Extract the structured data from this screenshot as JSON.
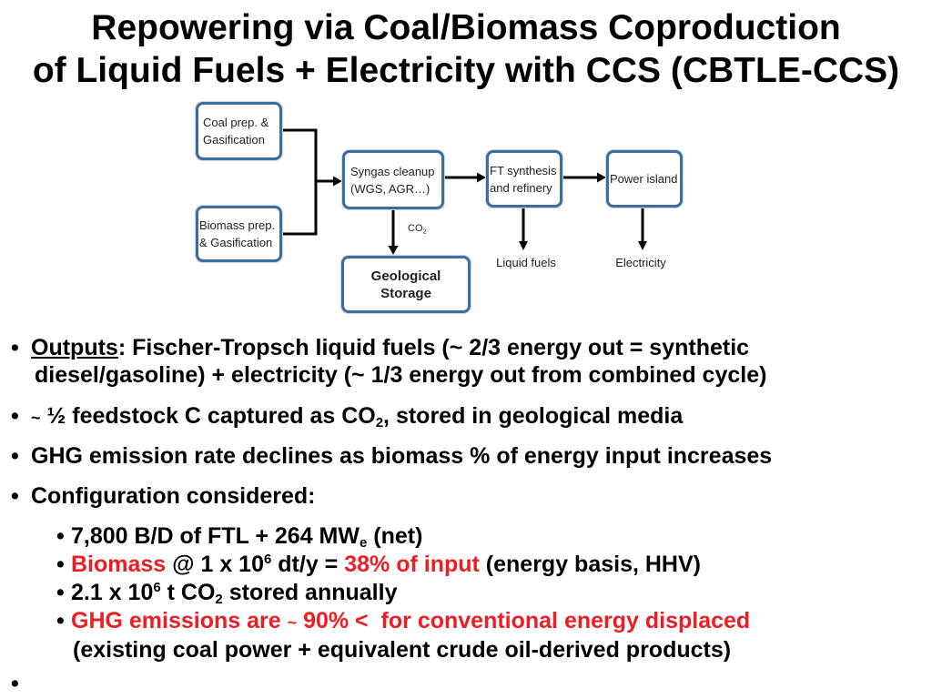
{
  "bullet_glyph": "•",
  "title": {
    "line1": "Repowering via Coal/Biomass Coproduction",
    "line2": "of Liquid Fuels + Electricity with CCS (CBTLE-CCS)"
  },
  "diagram": {
    "coal_box": {
      "line1": "Coal prep. &",
      "line2": "Gasification"
    },
    "biomass_box": {
      "line1": "Biomass prep.",
      "line2": "& Gasification"
    },
    "syngas_box": {
      "line1": "Syngas cleanup",
      "line2": "(WGS, AGR…)"
    },
    "ft_box": {
      "line1": "FT synthesis",
      "line2": "and refinery"
    },
    "power_box": {
      "line1": "Power island"
    },
    "storage_box": {
      "line1": "Geological",
      "line2": "Storage"
    },
    "co2_label": {
      "text": "CO",
      "sub": "2"
    },
    "liquid_fuels_label": "Liquid fuels",
    "electricity_label": "Electricity"
  },
  "bullets": {
    "outputs": {
      "term": "Outputs",
      "line1_rest": ": Fischer-Tropsch liquid fuels (~ 2/3 energy out = synthetic",
      "line2": "diesel/gasoline) + electricity (~ 1/3 energy out from combined cycle)"
    },
    "capture": {
      "tilde": "~",
      "text": " ½ feedstock C captured as CO",
      "sub": "2",
      "rest": ", stored in geological media"
    },
    "ghg_rate": "GHG emission rate declines as biomass % of energy input increases",
    "configuration": {
      "heading": "Configuration considered:",
      "items": [
        {
          "text": "7,800 B/D of FTL + 264 MW",
          "sub": "e",
          "rest": " (net)"
        },
        {
          "highlight1": "Biomass",
          "text": " @ 1 x 10",
          "sup": "6",
          "mid": " dt/y = ",
          "highlight2": "38% of input",
          "rest": " (energy basis, HHV)"
        },
        {
          "text": "2.1 x 10",
          "sup": "6",
          "mid": " t CO",
          "sub": "2",
          "rest": " stored annually"
        },
        {
          "highlight_a": "GHG emissions are ",
          "tilde": "~",
          "highlight_b": " 90% <  for conventional energy displaced",
          "line2": "(existing coal power + equivalent crude oil-derived products)"
        }
      ]
    }
  },
  "colors": {
    "highlight": "#ee1d23",
    "box_border": "#3f6e9e"
  }
}
